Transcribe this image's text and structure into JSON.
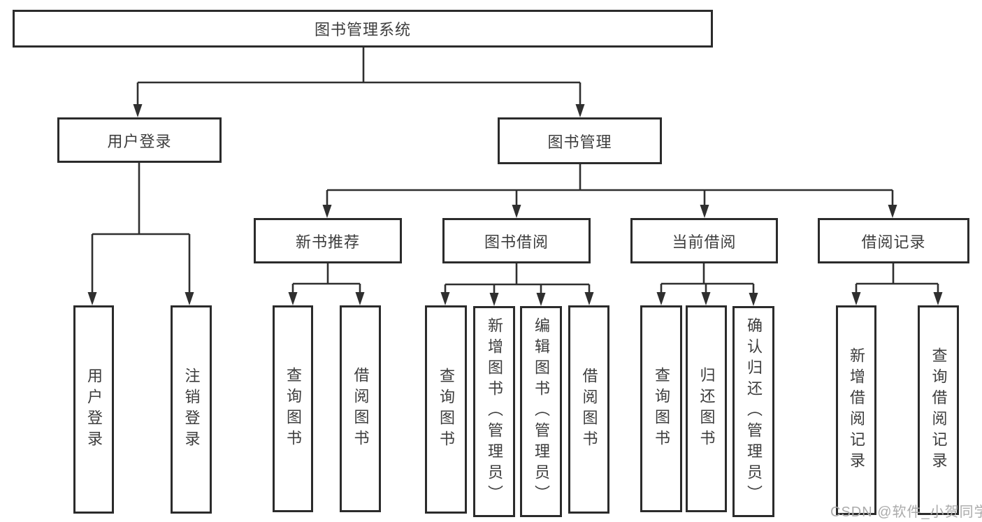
{
  "diagram_title": "图书管理系统",
  "tree": {
    "root": {
      "label": "图书管理系统"
    },
    "children": [
      {
        "label": "用户登录",
        "children": [
          {
            "label": "用户登录"
          },
          {
            "label": "注销登录"
          }
        ]
      },
      {
        "label": "图书管理",
        "children": [
          {
            "label": "新书推荐",
            "children": [
              {
                "label": "查询图书"
              },
              {
                "label": "借阅图书"
              }
            ]
          },
          {
            "label": "图书借阅",
            "children": [
              {
                "label": "查询图书"
              },
              {
                "label": "新增图书（管理员）"
              },
              {
                "label": "编辑图书（管理员）"
              },
              {
                "label": "借阅图书"
              }
            ]
          },
          {
            "label": "当前借阅",
            "children": [
              {
                "label": "查询图书"
              },
              {
                "label": "归还图书"
              },
              {
                "label": "确认归还（管理员）"
              }
            ]
          },
          {
            "label": "借阅记录",
            "children": [
              {
                "label": "新增借阅记录"
              },
              {
                "label": "查询借阅记录"
              }
            ]
          }
        ]
      }
    ]
  },
  "watermark": "CSDN @软件_小贺同学",
  "colors": {
    "line": "#2f2f2f",
    "box_border": "#2b2b2b",
    "text": "#3d3d3d",
    "watermark": "#ababab",
    "background": "#ffffff"
  }
}
